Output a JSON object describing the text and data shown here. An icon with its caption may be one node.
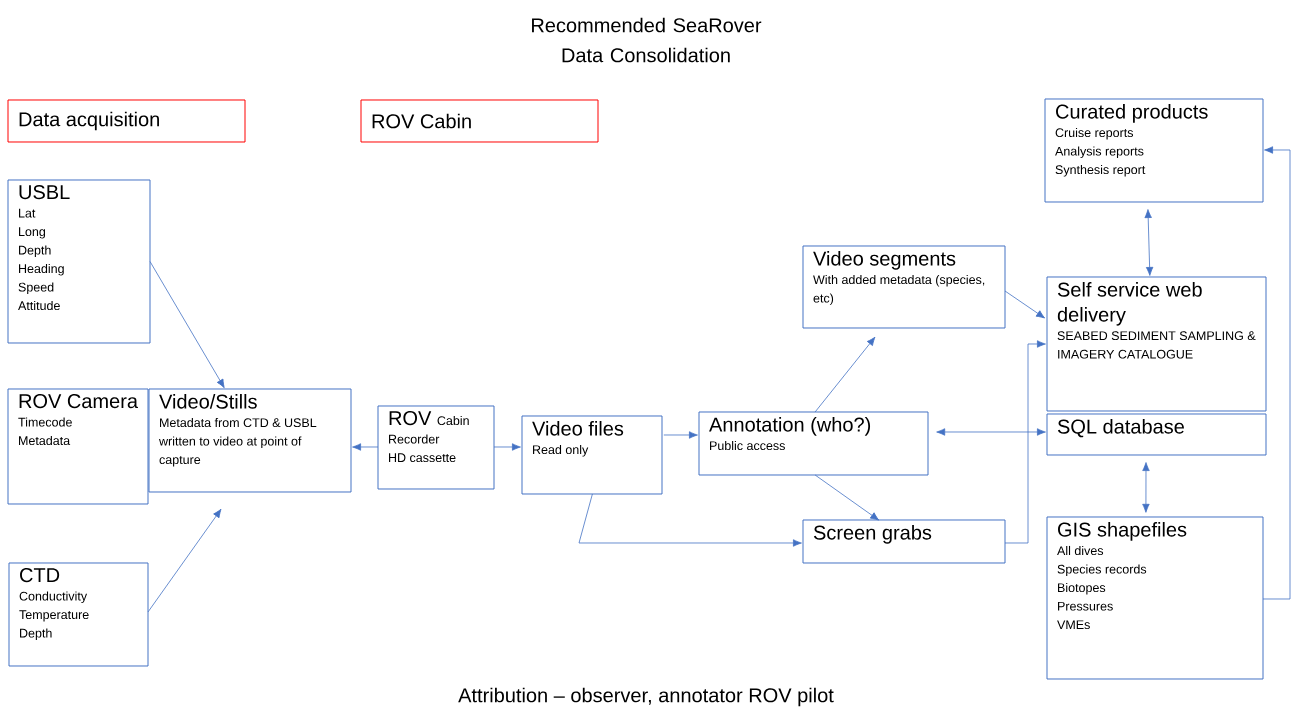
{
  "diagram": {
    "title": "Recommended SeaRover Data Consolidation",
    "caption": "Attribution – observer, annotator ROV pilot",
    "nodes": [
      {
        "text": [
          "Data acquisition"
        ]
      },
      {
        "text": [
          "ROV Cabin"
        ]
      },
      {
        "text": [
          "USBL",
          "Lat",
          "Long",
          "Depth",
          "Heading",
          "Speed",
          "Attitude"
        ]
      },
      {
        "text": [
          "ROV Camera",
          "Timecode",
          "Metadata"
        ]
      },
      {
        "text": [
          "Video/Stills",
          "Metadata from CTD & USBL written to video at point of capture"
        ]
      },
      {
        "text": [
          "CTD",
          "Conductivity",
          "Temperature",
          "Depth"
        ]
      },
      {
        "text": [
          "ROV",
          "Cabin",
          "Recorder",
          "HD cassette"
        ]
      },
      {
        "text": [
          "Video files",
          "Read only"
        ]
      },
      {
        "text": [
          "Annotation (who?)",
          "Public access"
        ]
      },
      {
        "text": [
          "Video segments",
          "With added metadata (species, etc)"
        ]
      },
      {
        "text": [
          "Screen grabs"
        ]
      },
      {
        "text": [
          "Curated products",
          "Cruise reports",
          "Analysis reports",
          "Synthesis report"
        ]
      },
      {
        "text": [
          "Self service web delivery",
          "SEABED SEDIMENT SAMPLING & IMAGERY CATALOGUE"
        ]
      },
      {
        "text": [
          "SQL database"
        ]
      },
      {
        "text": [
          "GIS shapefiles",
          "All dives",
          "Species records",
          "Biotopes",
          "Pressures",
          "VMEs"
        ]
      }
    ],
    "edges": [
      {
        "from": 2,
        "to": 4,
        "arrow": "to"
      },
      {
        "from": 5,
        "to": 4,
        "arrow": "to"
      },
      {
        "from": 6,
        "to": 4,
        "arrow": "to"
      },
      {
        "from": 6,
        "to": 7,
        "arrow": "to"
      },
      {
        "from": 7,
        "to": 8,
        "arrow": "to"
      },
      {
        "from": 7,
        "to": 10,
        "arrow": "to"
      },
      {
        "from": 8,
        "to": 9,
        "arrow": "to"
      },
      {
        "from": 8,
        "to": 10,
        "arrow": "to"
      },
      {
        "from": 9,
        "to": 12,
        "arrow": "to"
      },
      {
        "from": 10,
        "to": 12,
        "arrow": "to"
      },
      {
        "from": 8,
        "to": 13,
        "arrow": "both"
      },
      {
        "from": 11,
        "to": 12,
        "arrow": "both"
      },
      {
        "from": 13,
        "to": 14,
        "arrow": "both"
      },
      {
        "from": 14,
        "to": 11,
        "arrow": "to"
      }
    ]
  }
}
